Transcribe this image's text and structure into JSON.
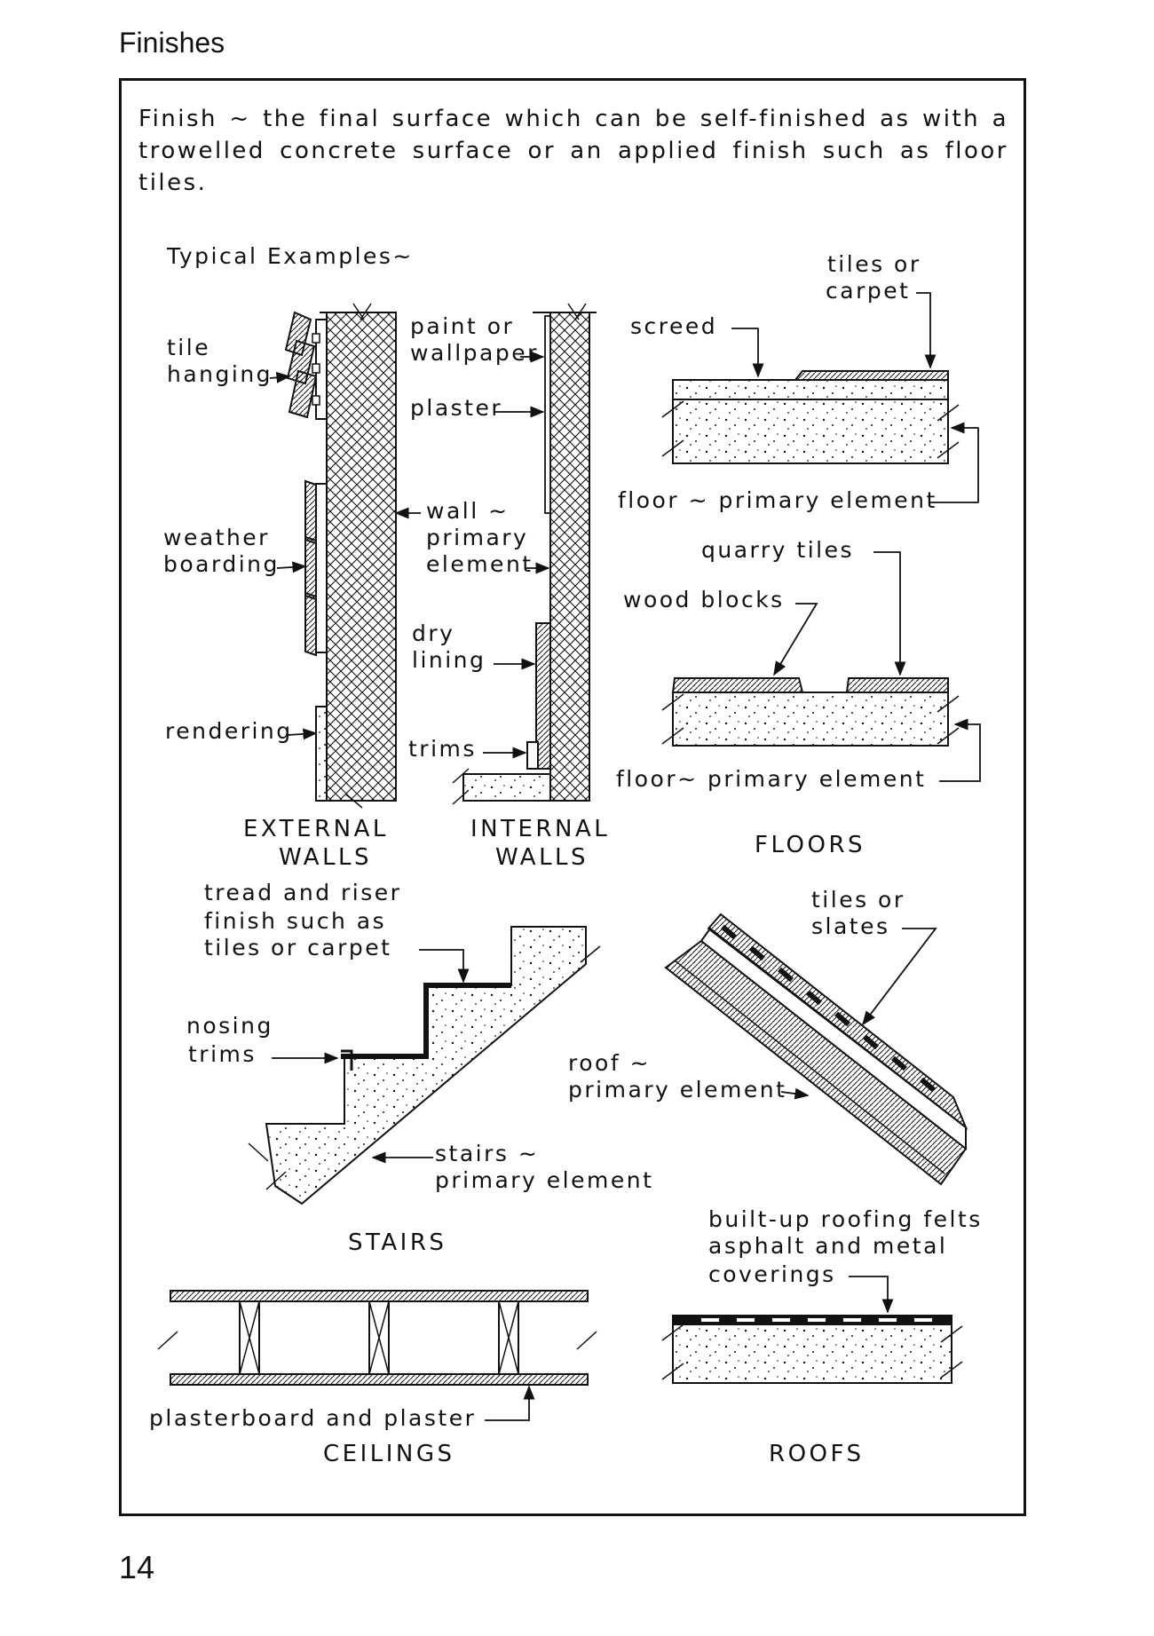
{
  "header": {
    "section_title": "Finishes"
  },
  "intro": {
    "text": "Finish ~ the final surface which can be self-finished as with a trowelled concrete surface or an applied finish such as floor tiles."
  },
  "page_number": "14",
  "diagram": {
    "typical_examples": "Typical Examples~",
    "walls": {
      "tile_hanging_1": "tile",
      "tile_hanging_2": "hanging",
      "weather_boarding_1": "weather",
      "weather_boarding_2": "boarding",
      "rendering": "rendering",
      "paint_1": "paint or",
      "paint_2": "wallpaper",
      "plaster": "plaster",
      "wall_primary_1": "wall ~",
      "wall_primary_2": "primary",
      "wall_primary_3": "element",
      "dry_lining_1": "dry",
      "dry_lining_2": "lining",
      "trims": "trims",
      "external_caption_1": "EXTERNAL",
      "external_caption_2": "WALLS",
      "internal_caption_1": "INTERNAL",
      "internal_caption_2": "WALLS"
    },
    "floors": {
      "tiles_or": "tiles or",
      "carpet": "carpet",
      "screed": "screed",
      "floor_primary_1": "floor ~ primary element",
      "quarry_tiles": "quarry tiles",
      "wood_blocks": "wood blocks",
      "floor_primary_2": "floor~ primary element",
      "caption": "FLOORS"
    },
    "stairs": {
      "tread_1": "tread and riser",
      "tread_2": "finish such as",
      "tread_3": "tiles or carpet",
      "nosing_1": "nosing",
      "nosing_2": "trims",
      "stairs_primary_1": "stairs ~",
      "stairs_primary_2": "primary element",
      "caption": "STAIRS"
    },
    "roof": {
      "tiles_or": "tiles or",
      "slates": "slates",
      "roof_primary_1": "roof ~",
      "roof_primary_2": "primary element",
      "builtup_1": "built-up roofing felts",
      "builtup_2": "asphalt and metal",
      "builtup_3": "coverings",
      "caption": "ROOFS"
    },
    "ceilings": {
      "plasterboard": "plasterboard and plaster",
      "caption": "CEILINGS"
    }
  }
}
